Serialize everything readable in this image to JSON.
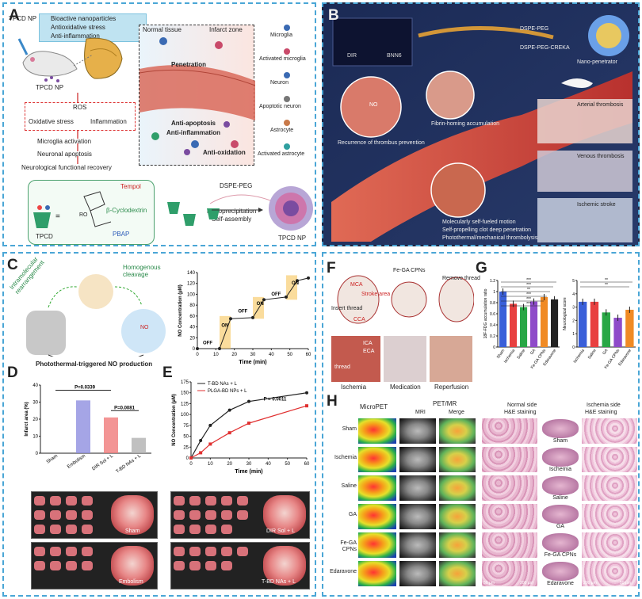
{
  "panels": {
    "A": {
      "label": "A"
    },
    "B": {
      "label": "B"
    },
    "C": {
      "label": "C"
    },
    "D": {
      "label": "D"
    },
    "E": {
      "label": "E"
    },
    "F": {
      "label": "F"
    },
    "G": {
      "label": "G"
    },
    "H": {
      "label": "H"
    }
  },
  "A": {
    "box_items": [
      "Bioactive nanoparticles",
      "Antioxidative stress",
      "Anti-inflammation"
    ],
    "tpcd_np": "TPCD NP",
    "tpcd_np2": "TPCD NP",
    "ros": "ROS",
    "oxidative": "Oxidative stress",
    "inflammation": "Inflammation",
    "microglia_act": "Microglia activation",
    "neuronal_apop": "Neuronal apoptosis",
    "recovery": "Neurological functional recovery",
    "normal": "Normal tissue",
    "infarct": "Infarct zone",
    "penetration": "Penetration",
    "anti_apop": "Anti-apoptosis",
    "anti_infl": "Anti-inflammation",
    "anti_ox": "Anti-oxidation",
    "legend": [
      "Microglia",
      "Activated microglia",
      "Neuron",
      "Apoptotic neuron",
      "Astrocyte",
      "Activated astrocyte"
    ],
    "tempol": "Tempol",
    "cyclodextrin": "β-Cyclodextrin",
    "pbap": "PBAP",
    "tpcd": "TPCD",
    "dspe": "DSPE-PEG",
    "nanoprec": "Nanoprecipitation",
    "selfassembly": "Self-assembly",
    "tpcd_np3": "TPCD NP",
    "ro": "RO"
  },
  "B": {
    "dir": "DIR",
    "bnn6": "BNN6",
    "dspe1": "DSPE-PEG",
    "dspe2": "DSPE-PEG-CREKA",
    "nano": "Nano-penetrator",
    "no": "NO",
    "recurrence": "Recurrence of thrombus prevention",
    "fibrin": "Fibrin-homing accumulation",
    "arterial": "Arterial thrombosis",
    "venous": "Venous thrombosis",
    "ischemic": "Ischemic stroke",
    "bullets": [
      "Molecularly self-fueled motion",
      "Self-propelling clot deep penetration",
      "Photothermal/mechanical thrombolysis"
    ]
  },
  "C": {
    "intra": "Intramolecular rearrangement",
    "homo": "Homogenous cleavage",
    "photo": "Photothermal-triggered NO production",
    "no": "NO"
  },
  "chart_data": [
    {
      "id": "C-chart",
      "type": "line",
      "xlabel": "Time (min)",
      "ylabel": "NO Concentration (µM)",
      "xlim": [
        0,
        60
      ],
      "ylim": [
        0,
        140
      ],
      "xticks": [
        0,
        10,
        20,
        30,
        40,
        50,
        60
      ],
      "yticks": [
        0,
        20,
        40,
        60,
        80,
        100,
        120,
        140
      ],
      "x": [
        0,
        12,
        18,
        30,
        36,
        48,
        54,
        60
      ],
      "values": [
        0,
        0,
        55,
        57,
        90,
        95,
        125,
        130
      ],
      "annotations": [
        "OFF",
        "ON",
        "OFF",
        "ON",
        "OFF",
        "ON"
      ]
    },
    {
      "id": "D-chart",
      "type": "bar",
      "ylabel": "Infarct area (%)",
      "ylim": [
        0,
        40
      ],
      "yticks": [
        0,
        10,
        20,
        30,
        40
      ],
      "categories": [
        "Sham",
        "Embolism",
        "DIR Sol + L",
        "T-BD NAs + L"
      ],
      "values": [
        0,
        31,
        21,
        9
      ],
      "colors": [
        "#7fd17f",
        "#8f8fe0",
        "#f07a7a",
        "#b0b0b0"
      ],
      "pvalues": [
        "P=0.0339",
        "P=0.0081"
      ]
    },
    {
      "id": "E-chart",
      "type": "line",
      "xlabel": "Time (min)",
      "ylabel": "NO Concentration (µM)",
      "xlim": [
        0,
        60
      ],
      "ylim": [
        0,
        175
      ],
      "xticks": [
        0,
        10,
        20,
        30,
        40,
        50,
        60
      ],
      "yticks": [
        0,
        25,
        50,
        75,
        100,
        125,
        150,
        175
      ],
      "x": [
        0,
        5,
        10,
        20,
        30,
        60
      ],
      "series": [
        {
          "name": "T-BD NAs + L",
          "values": [
            0,
            40,
            75,
            110,
            130,
            150
          ],
          "color": "#222222"
        },
        {
          "name": "PLGA-BD NPs + L",
          "values": [
            0,
            12,
            32,
            58,
            80,
            120
          ],
          "color": "#e03030"
        }
      ],
      "pvalue": "P = 0.0011"
    },
    {
      "id": "G-chart1",
      "type": "bar",
      "ylabel": "18F-FDG accumulation ratio",
      "ylim": [
        0,
        1.2
      ],
      "yticks": [
        0.0,
        0.2,
        0.4,
        0.6,
        0.8,
        1.0,
        1.2
      ],
      "categories": [
        "Sham",
        "Ischemia",
        "Saline",
        "GA",
        "Fe-GA CPNs",
        "Edaravone"
      ],
      "values": [
        1.0,
        0.78,
        0.72,
        0.82,
        0.9,
        0.86
      ],
      "colors": [
        "#3a5fd9",
        "#e84040",
        "#28a745",
        "#8e4bc9",
        "#f08a24",
        "#222222"
      ],
      "sig": [
        "***",
        "***",
        "**",
        "***",
        "***",
        "***"
      ]
    },
    {
      "id": "G-chart2",
      "type": "bar",
      "ylabel": "Neurological score",
      "ylim": [
        0,
        5
      ],
      "yticks": [
        0,
        1,
        2,
        3,
        4,
        5
      ],
      "categories": [
        "Ischemia",
        "Saline",
        "GA",
        "Fe-GA CPNs",
        "Edaravone"
      ],
      "values": [
        3.4,
        3.4,
        2.6,
        2.2,
        2.8
      ],
      "colors": [
        "#3a5fd9",
        "#e84040",
        "#28a745",
        "#8e4bc9",
        "#f08a24"
      ],
      "sig": [
        "**",
        "**"
      ]
    }
  ],
  "D": {
    "sham": "Sham",
    "embolism": "Embolism",
    "dir": "DIR Sol + L",
    "tbd": "T-BD NAs + L"
  },
  "F": {
    "fega": "Fe-GA CPNs",
    "mca": "MCA",
    "stroke": "Stroke area",
    "remove": "Remove thread",
    "insert": "Insert thread",
    "cca": "CCA",
    "ica": "ICA",
    "eca": "ECA",
    "thread": "thread",
    "ischemia": "Ischemia",
    "medication": "Medication",
    "reperfusion": "Reperfusion"
  },
  "H": {
    "micropet": "MicroPET",
    "petmr": "PET/MR",
    "mri": "MRI",
    "merge": "Merge",
    "rows": [
      "Sham",
      "Ischemia",
      "Saline",
      "GA",
      "Fe-GA CPNs",
      "Edaravone"
    ],
    "normal": "Normal side",
    "ischemia_side": "Ischemia side",
    "he": "H&E staining",
    "scale1": "50 µm",
    "scale2": "200 µm",
    "scale3": "200 µm",
    "scale4": "50 µm"
  }
}
